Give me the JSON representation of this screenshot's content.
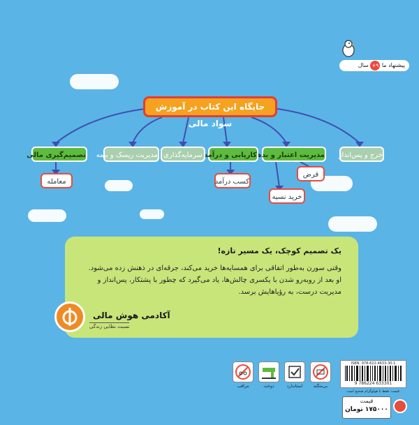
{
  "age_badge": {
    "suggestion_text": "پیشنهاد ما",
    "age": "۹+",
    "unit": "سال"
  },
  "mindmap": {
    "root": "جایگاه این کتاب در آموزش سواد مالی",
    "branches": [
      {
        "label": "خرج و پس‌انداز",
        "style": "pale"
      },
      {
        "label": "مدیریت اعتبار و بدهی",
        "style": "green",
        "children": [
          "قرض",
          "خرید نسیه"
        ]
      },
      {
        "label": "کارپابی و درآمد",
        "style": "green",
        "children": [
          "کسب درآمد"
        ]
      },
      {
        "label": "سرمایه‌گذاری",
        "style": "pale"
      },
      {
        "label": "مدیریت ریسک و بیمه",
        "style": "pale"
      },
      {
        "label": "تصمیم‌گیری مالی",
        "style": "green",
        "children": [
          "معامله"
        ]
      }
    ]
  },
  "panel": {
    "title": "یک تصمیم کوچک، یک مسیر تازه!",
    "lines": [
      "وقتی سورن به‌طور اتفاقی برای همسایه‌ها خرید می‌کند، جرقه‌ای در ذهنش زده می‌شود.",
      "او بعد از روبه‌رو شدن با یکسری چالش‌ها، یاد می‌گیرد که چطور با پشتکار، پس‌انداز و",
      "مدیریت درست، به رؤیاهایش برسد."
    ]
  },
  "academy": {
    "name": "آکادمی هوش مالی",
    "tagline": "نسبت نظایی زندگی"
  },
  "care_icons": [
    {
      "name": "no-scissors-icon",
      "label": "مراقب"
    },
    {
      "name": "sewing-machine-icon",
      "label": "دوخت"
    },
    {
      "name": "check-icon",
      "label": "استاندارد"
    },
    {
      "name": "no-glue-icon",
      "label": "بی‌منگنه"
    }
  ],
  "barcode": {
    "isbn": "ISBN: 978-622-4633-30-1",
    "number": "9 786224 633301"
  },
  "price_note": "قیمت: فقط با هولوگرام صحیح است",
  "price": {
    "label": "قیمت",
    "value": "۱۷۵۰۰۰",
    "unit": "تومان"
  },
  "colors": {
    "background": "#5ab4e6",
    "root": "#f4a21f",
    "root_border": "#e43d32",
    "green": "#5dbb3f",
    "pale": "#a9cfae",
    "panel": "#c8e57a",
    "orange": "#f08a24"
  }
}
